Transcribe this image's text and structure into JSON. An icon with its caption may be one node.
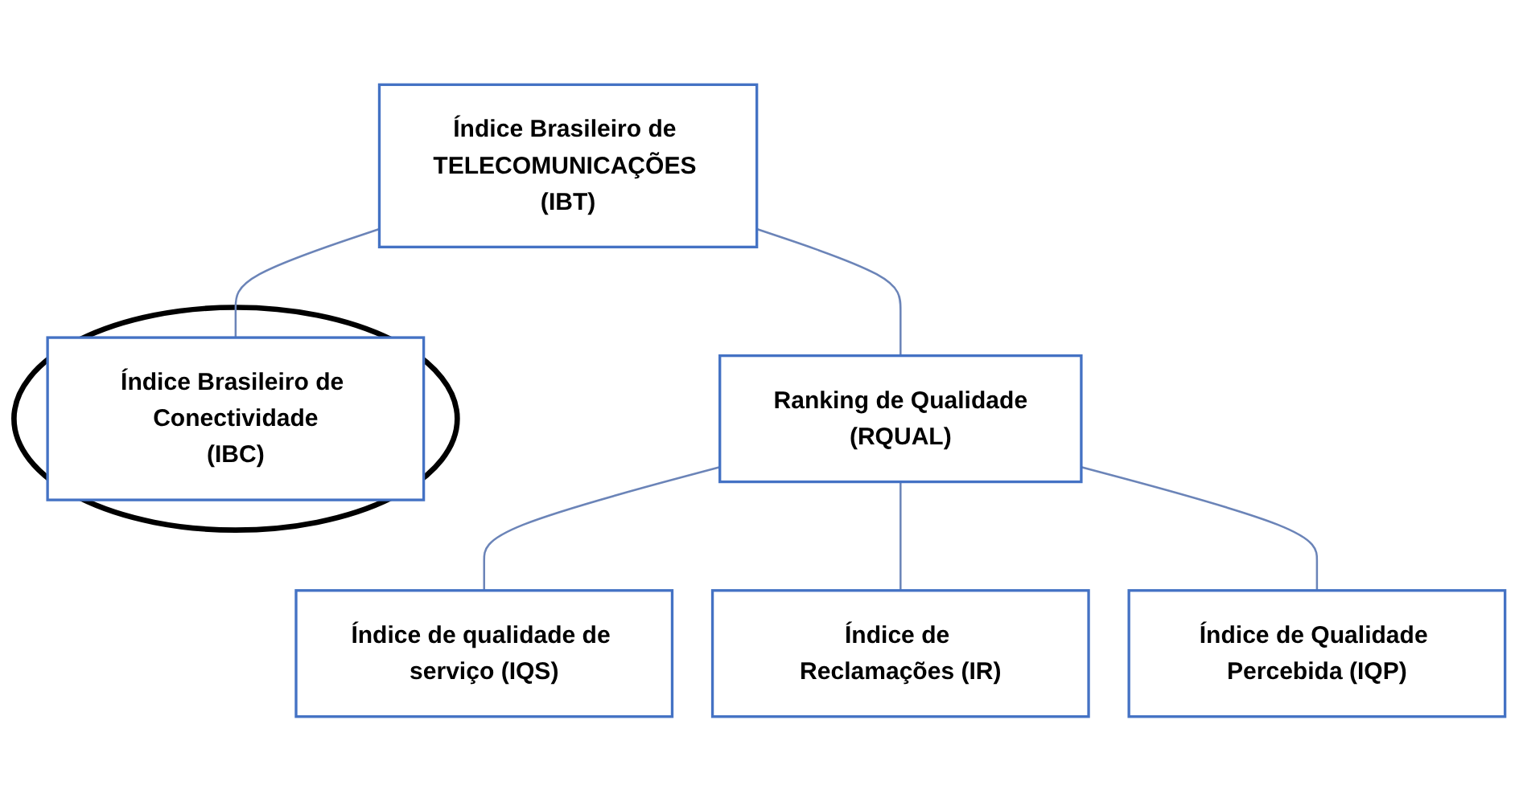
{
  "diagram": {
    "nodes": [
      {
        "text": [
          "Índice Brasileiro de TELECOMUNICAÇÕES (IBT)"
        ]
      },
      {
        "text": [],
        "shape": "ellipse"
      },
      {
        "text": [
          "Índice Brasileiro de Conectividade",
          "(IBC)"
        ],
        "in": 1
      },
      {
        "text": [
          "Ranking de Qualidade",
          "(RQUAL)"
        ]
      },
      {
        "text": [
          "Índice de qualidade de serviço (IQS)"
        ]
      },
      {
        "text": [
          "Índice de Reclamações (IR)"
        ]
      },
      {
        "text": [
          "Índice de Qualidade Percebida (IQP)"
        ]
      }
    ],
    "edges": [
      {
        "from": 0,
        "to": 2,
        "arrow": "none"
      },
      {
        "from": 0,
        "to": 3,
        "arrow": "none"
      },
      {
        "from": 3,
        "to": 4,
        "arrow": "none"
      },
      {
        "from": 3,
        "to": 5,
        "arrow": "none"
      },
      {
        "from": 3,
        "to": 6,
        "arrow": "none"
      }
    ]
  }
}
